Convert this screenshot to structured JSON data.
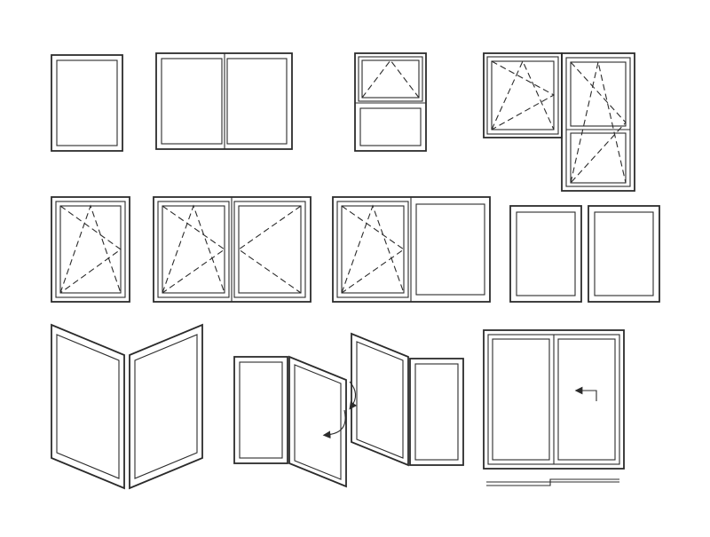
{
  "colors": {
    "line": "#2b2b2b",
    "background": "#ffffff"
  },
  "diagram": {
    "items": [
      {
        "id": "fixed-single",
        "type": "fixed window, single pane"
      },
      {
        "id": "fixed-double",
        "type": "fixed window, two panes"
      },
      {
        "id": "top-hung-over-fixed",
        "type": "top-hung sash over fixed pane"
      },
      {
        "id": "tilt-turn-window-door",
        "type": "tilt-turn window with balcony door"
      },
      {
        "id": "tilt-turn-single",
        "type": "tilt-turn single sash"
      },
      {
        "id": "tilt-turn-double",
        "type": "tilt-turn sash with side-hung sash"
      },
      {
        "id": "tilt-turn-plus-fixed",
        "type": "tilt-turn sash with fixed pane"
      },
      {
        "id": "fixed-pair",
        "type": "pair of fixed windows"
      },
      {
        "id": "angled-corner",
        "type": "angled corner glazing"
      },
      {
        "id": "folding-left",
        "type": "folding panels, left pair"
      },
      {
        "id": "folding-right",
        "type": "folding panels, right pair"
      },
      {
        "id": "sliding-door",
        "type": "sliding door with track"
      }
    ]
  }
}
